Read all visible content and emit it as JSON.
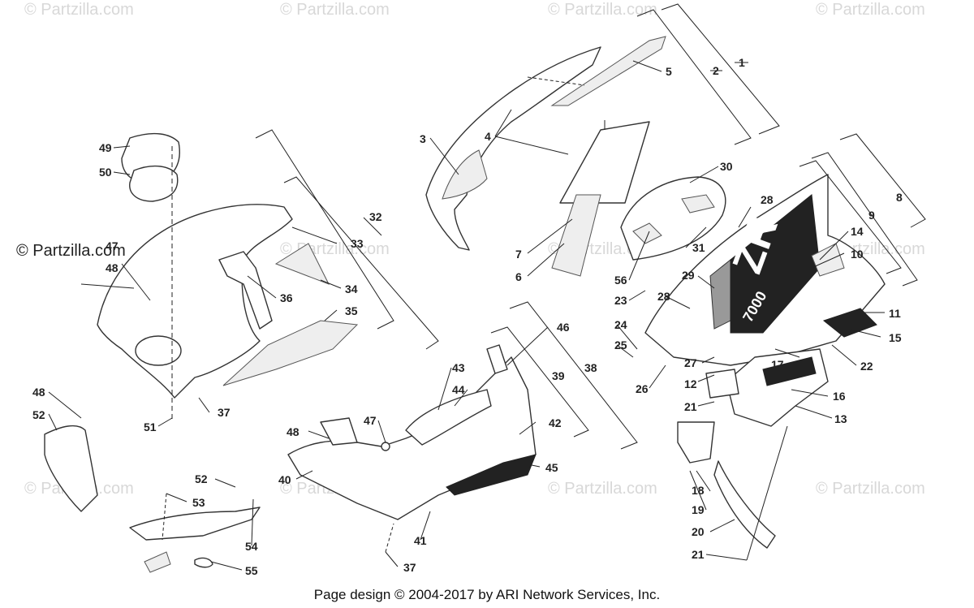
{
  "watermark": "© Partzilla.com",
  "brand": "© Partzilla.com",
  "credit": "Page design © 2004-2017 by ARI Network Services, Inc.",
  "decal_text": {
    "model": "ZR",
    "number": "7000"
  },
  "callouts": [
    "1",
    "2",
    "3",
    "4",
    "5",
    "6",
    "7",
    "8",
    "9",
    "10",
    "11",
    "12",
    "13",
    "14",
    "15",
    "16",
    "17",
    "18",
    "19",
    "20",
    "21",
    "21",
    "22",
    "23",
    "24",
    "25",
    "26",
    "27",
    "28",
    "28",
    "29",
    "30",
    "31",
    "32",
    "33",
    "34",
    "35",
    "36",
    "37",
    "37",
    "38",
    "39",
    "40",
    "41",
    "42",
    "43",
    "44",
    "45",
    "46",
    "47",
    "47",
    "48",
    "48",
    "48",
    "49",
    "50",
    "51",
    "52",
    "52",
    "53",
    "54",
    "55",
    "56"
  ]
}
